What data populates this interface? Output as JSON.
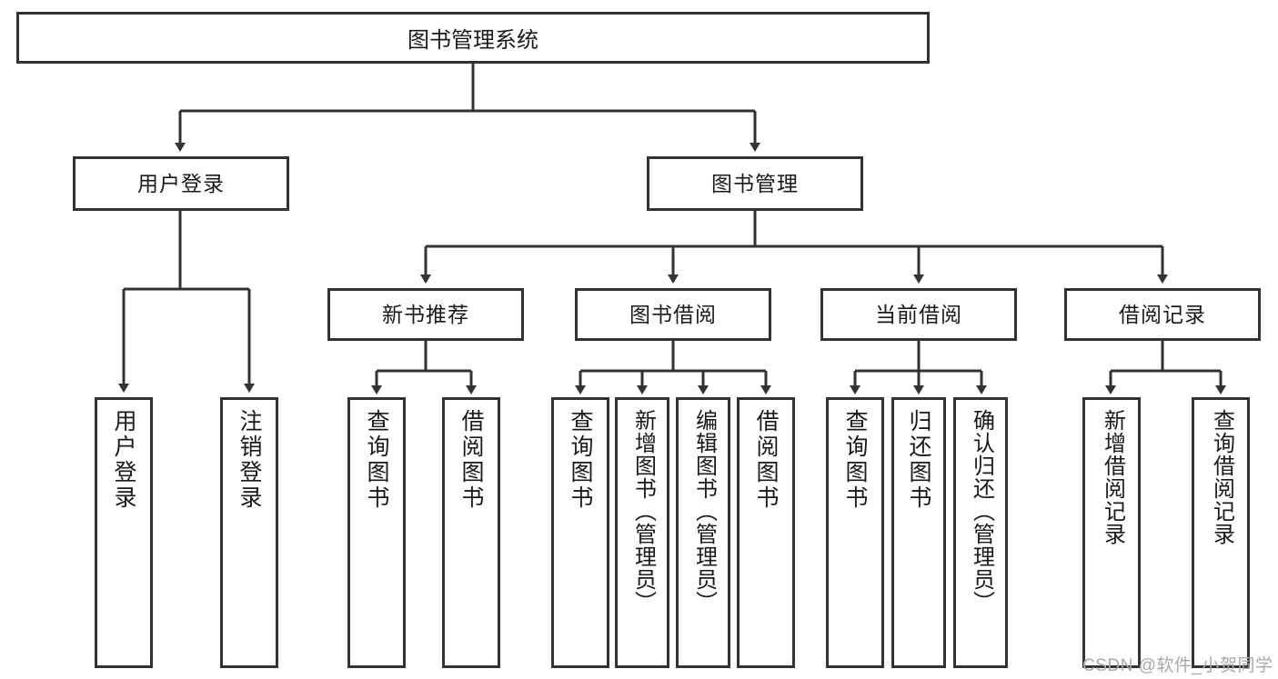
{
  "diagram": {
    "type": "tree-hierarchy-flowchart",
    "title": "图书管理系统",
    "stroke_color": "#333333",
    "fill_color": "#ffffff",
    "text_color": "#1a1a1a"
  },
  "root": {
    "label": "图书管理系统"
  },
  "level1": [
    {
      "label": "用户登录"
    },
    {
      "label": "图书管理"
    }
  ],
  "level2": [
    {
      "label": "新书推荐"
    },
    {
      "label": "图书借阅"
    },
    {
      "label": "当前借阅"
    },
    {
      "label": "借阅记录"
    }
  ],
  "leaves": {
    "user_login": [
      {
        "label": "用户登录"
      },
      {
        "label": "注销登录"
      }
    ],
    "new_book": [
      {
        "label": "查询图书"
      },
      {
        "label": "借阅图书"
      }
    ],
    "book_borrow": [
      {
        "label": "查询图书"
      },
      {
        "label": "新增图书（管理员）"
      },
      {
        "label": "编辑图书（管理员）"
      },
      {
        "label": "借阅图书"
      }
    ],
    "current_borrow": [
      {
        "label": "查询图书"
      },
      {
        "label": "归还图书"
      },
      {
        "label": "确认归还（管理员）"
      }
    ],
    "borrow_record": [
      {
        "label": "新增借阅记录"
      },
      {
        "label": "查询借阅记录"
      }
    ]
  },
  "watermark": {
    "text": "CSDN @软件_小贺同学"
  }
}
